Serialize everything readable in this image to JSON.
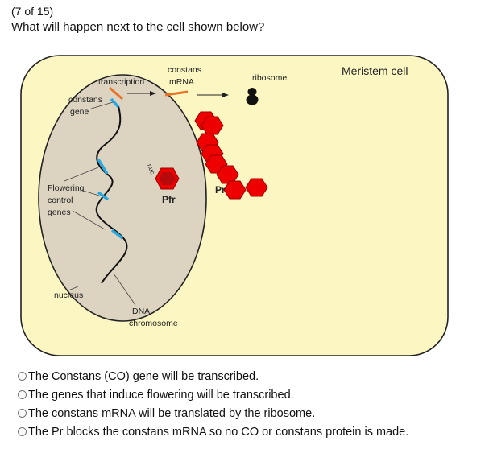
{
  "question": {
    "counter": "(7 of 15)",
    "text": "What will happen next to the cell shown below?"
  },
  "diagram": {
    "cell_label": "Meristem cell",
    "nucleus_label": "nucleus",
    "transcription_label": "transcription",
    "constans_gene_label_1": "constans",
    "constans_gene_label_2": "gene",
    "constans_mrna_label_1": "constans",
    "constans_mrna_label_2": "mRNA",
    "ribosome_label": "ribosome",
    "flowering_label_1": "Flowering",
    "flowering_label_2": "control",
    "flowering_label_3": "genes",
    "nuc_label": "nuc",
    "pfr_label": "Pfr",
    "pr_label": "Pr",
    "dna_label_1": "DNA",
    "dna_label_2": "chromosome",
    "colors": {
      "cell_fill": "#fcf7c2",
      "nucleus_fill": "#ddd3c1",
      "protein_red": "#ee0000",
      "pfr_dark_red": "#b80a0a",
      "gene_blue": "#29a8e0",
      "mrna_orange": "#e8742a"
    }
  },
  "options": [
    "The Constans (CO) gene will be transcribed.",
    "The genes that induce flowering will be transcribed.",
    "The constans mRNA will be translated by the ribosome.",
    "The Pr blocks the constans mRNA so no CO or constans protein is made."
  ]
}
